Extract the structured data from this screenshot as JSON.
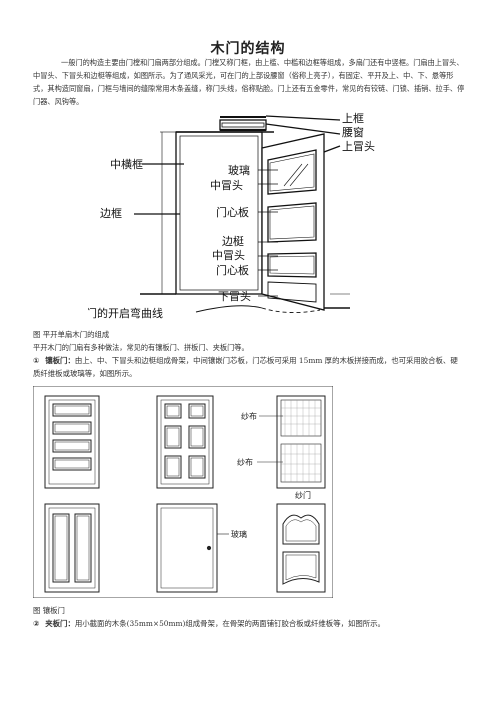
{
  "doc": {
    "title": "木门的结构",
    "intro": "一般门的构造主要由门樘和门扇两部分组成。门樘又称门框，由上槛、中槛和边框等组成，多扇门还有中竖框。门扇由上冒头、中冒头、下冒头和边梃等组成，如图所示。为了通风采光，可在门的上部设腰窗（俗称上亮子），有固定、平开及上、中、下、悬等形式，其构造同窗扇，门框与墙间的缝隙常用木条盖缝，称门头线，俗称贴脸。门上还有五金零件，常见的有铰链、门锁、插销、拉手、停门器、风钩等。",
    "figure1": {
      "labels": {
        "top_frame": "上框",
        "transom": "腰窗",
        "top_rail": "上冒头",
        "mid_frame": "中横框",
        "glass": "玻璃",
        "mid_rail_1": "中冒头",
        "panel_1": "门心板",
        "side_frame": "边框",
        "stile": "边梃",
        "mid_rail_2": "中冒头",
        "panel_2": "门心板",
        "bottom_rail": "下冒头",
        "swing_curve": "门的开启弯曲线"
      },
      "caption": "图   平开单扇木门的组成"
    },
    "types_intro": "平开木门的门扇有多种做法，常见的有镶板门、拼板门、夹板门等。",
    "item1": {
      "num": "①",
      "term": "镶板门：",
      "text": "由上、中、下冒头和边梃组成骨架，中间镶嵌门芯板，门芯板可采用 15mm 厚的木板拼接而成，也可采用胶合板、硬质纤维板或玻璃等，如图所示。"
    },
    "figure2": {
      "labels": {
        "screen_1": "纱布",
        "screen_2": "纱布",
        "screen_door": "纱门",
        "glass": "玻璃"
      },
      "caption": "图   镶板门"
    },
    "item2": {
      "num": "②",
      "term": "夹板门：",
      "text": "用小截面的木条(35mm×50mm)组成骨架，在骨架的两面铺钉胶合板或纤维板等，如图所示。"
    }
  }
}
